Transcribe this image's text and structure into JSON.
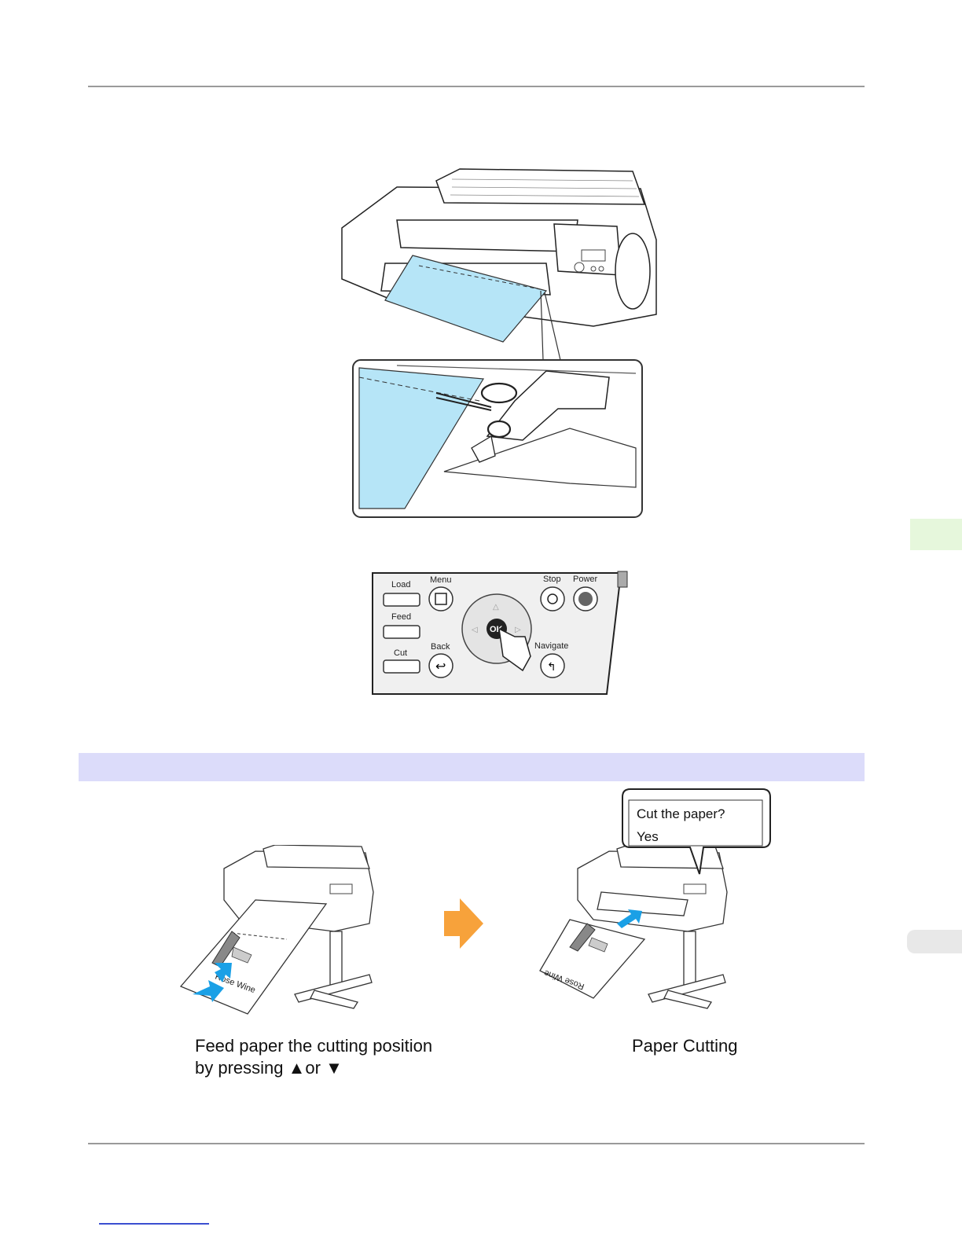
{
  "control_panel": {
    "load": "Load",
    "feed": "Feed",
    "cut": "Cut",
    "menu": "Menu",
    "back": "Back",
    "stop": "Stop",
    "power": "Power",
    "navigate": "Navigate",
    "ok": "OK"
  },
  "lcd_callout": {
    "line1": "Cut the paper?",
    "line2": "Yes"
  },
  "captions": {
    "left_line1": "Feed paper the cutting position",
    "left_line2": "by pressing ▲or ▼",
    "right": "Paper Cutting"
  },
  "print_label": {
    "left": "Rose Wine",
    "right": "Rose Wine"
  },
  "colors": {
    "paper_blue": "#b6e5f7",
    "arrow_orange": "#f7a23b",
    "arrow_blue": "#1aa0e6",
    "section_band": "#dcdcfa",
    "side_tab_green": "#e6f7dc"
  }
}
